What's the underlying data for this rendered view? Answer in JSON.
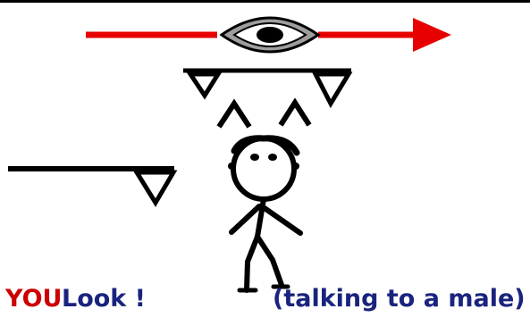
{
  "caption": {
    "subject": "YOU",
    "verb": "Look !",
    "note": "(talking to a male)"
  },
  "colors": {
    "subject": "#cc0000",
    "text": "#1a237e",
    "arrow": "#e60000",
    "ink": "#000000",
    "eye_iris": "#9e9e9e"
  },
  "icons": [
    "eye-icon",
    "arrow-icon",
    "stick-figure-icon"
  ]
}
